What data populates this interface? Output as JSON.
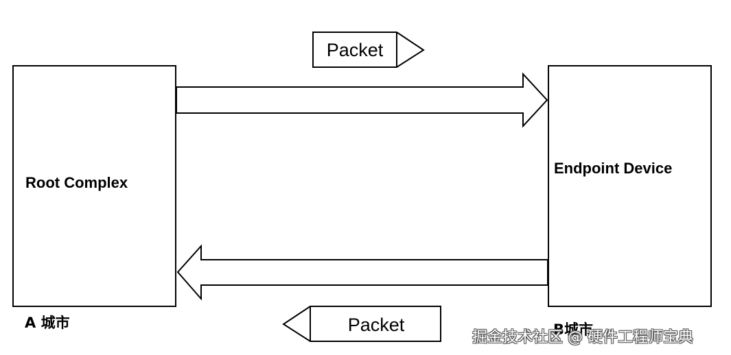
{
  "root_complex": {
    "label": "Root Complex",
    "city": "A 城市"
  },
  "endpoint": {
    "label": "Endpoint Device",
    "city": "B城市"
  },
  "packet_top": {
    "label": "Packet",
    "direction": "right"
  },
  "packet_bottom": {
    "label": "Packet",
    "direction": "left"
  },
  "watermark": {
    "text": "掘金技术社区 @ 硬件工程师宝典"
  }
}
